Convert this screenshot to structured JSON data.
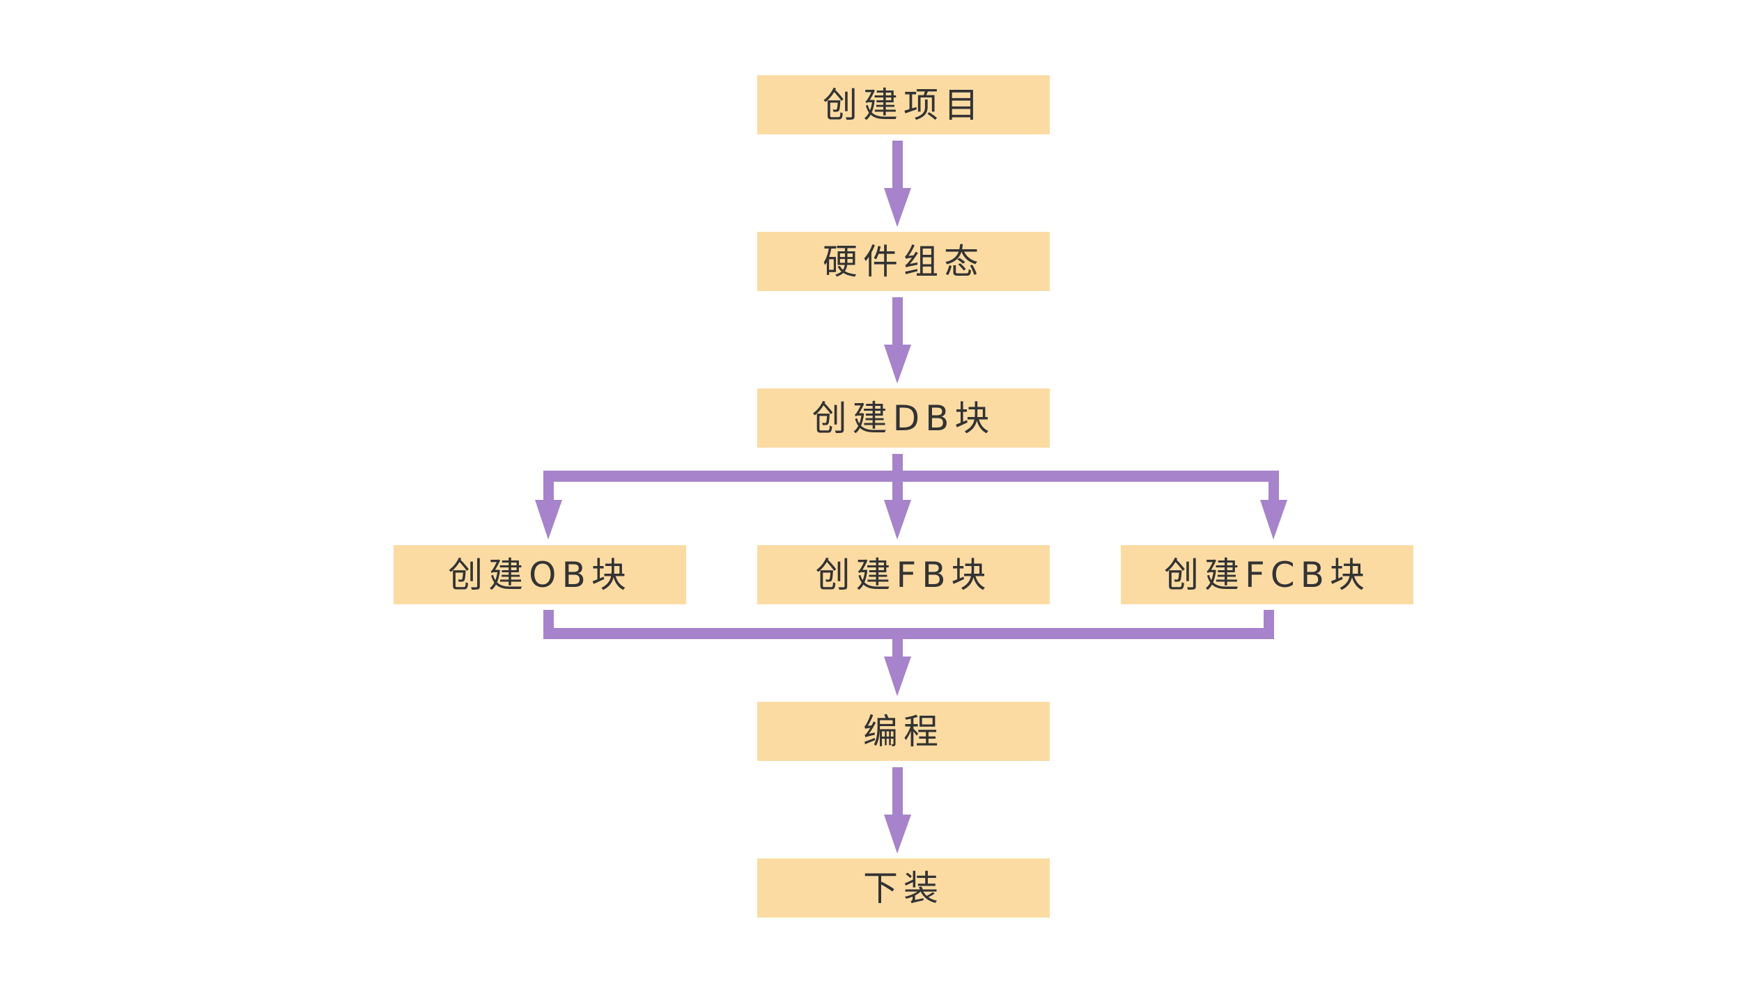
{
  "colors": {
    "box": "#FCDBA3",
    "arrow": "#A683CA",
    "text": "#333333"
  },
  "steps": {
    "create_project": "创建项目",
    "hardware_config": "硬件组态",
    "create_db": "创建DB块",
    "create_ob": "创建OB块",
    "create_fb": "创建FB块",
    "create_fcb": "创建FCB块",
    "programming": "编程",
    "download": "下装"
  }
}
